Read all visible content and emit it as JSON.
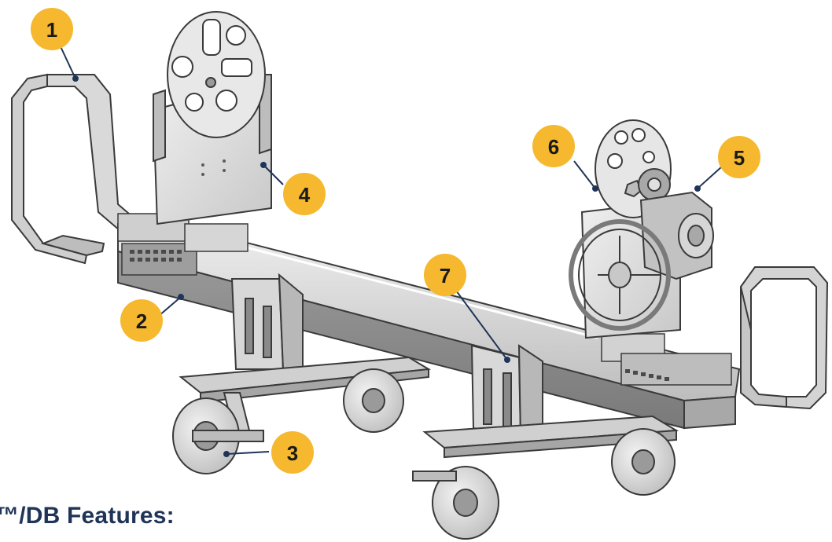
{
  "colors": {
    "callout_fill": "#f5b82e",
    "callout_text": "#1a1a1a",
    "leader_line": "#1f3457",
    "heading_text": "#1f3457",
    "metal_light": "#e6e6e6",
    "metal_mid": "#c4c4c4",
    "metal_dark": "#8f8f8f",
    "outline": "#3a3a3a"
  },
  "callouts": [
    {
      "id": "1",
      "label": "1"
    },
    {
      "id": "2",
      "label": "2"
    },
    {
      "id": "3",
      "label": "3"
    },
    {
      "id": "4",
      "label": "4"
    },
    {
      "id": "5",
      "label": "5"
    },
    {
      "id": "6",
      "label": "6"
    },
    {
      "id": "7",
      "label": "7"
    }
  ],
  "heading": {
    "text": "™/DB Features:"
  }
}
